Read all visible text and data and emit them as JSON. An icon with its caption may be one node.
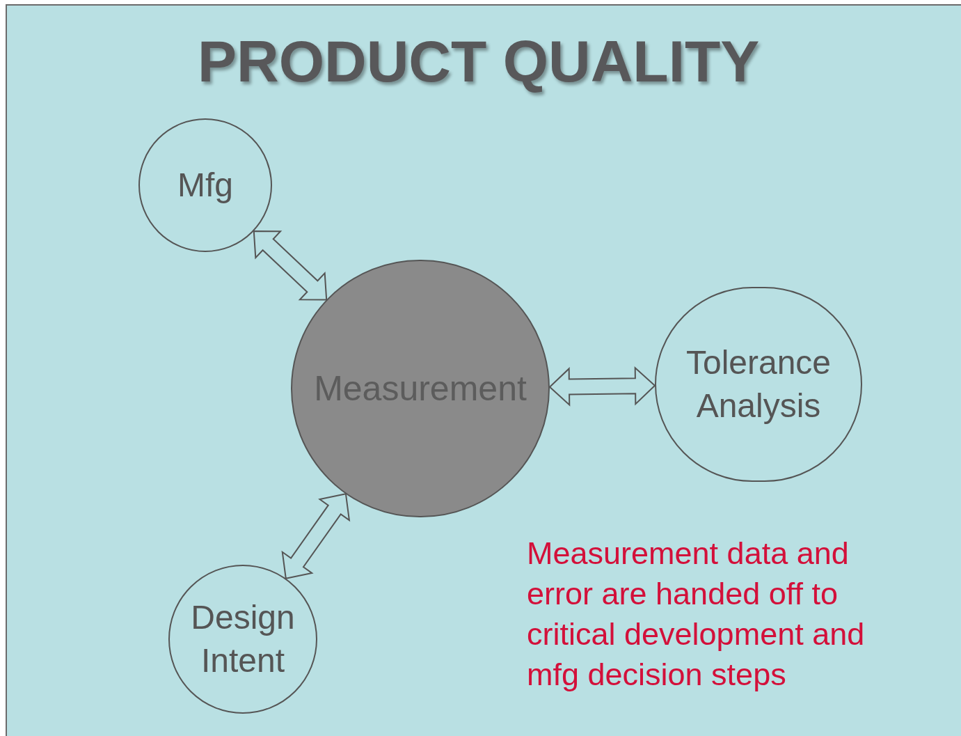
{
  "diagram": {
    "title": "PRODUCT QUALITY",
    "nodes": [
      {
        "text": [
          "Mfg"
        ]
      },
      {
        "text": [
          "Measurement"
        ]
      },
      {
        "text": [
          "Tolerance Analysis"
        ]
      },
      {
        "text": [
          "Design Intent"
        ]
      }
    ],
    "edges": [
      {
        "from": 0,
        "to": 1,
        "arrow": "both"
      },
      {
        "from": 1,
        "to": 2,
        "arrow": "both"
      },
      {
        "from": 3,
        "to": 1,
        "arrow": "both"
      }
    ],
    "labels": [
      "Measurement data and error are handed off to critical development and mfg decision steps"
    ]
  }
}
